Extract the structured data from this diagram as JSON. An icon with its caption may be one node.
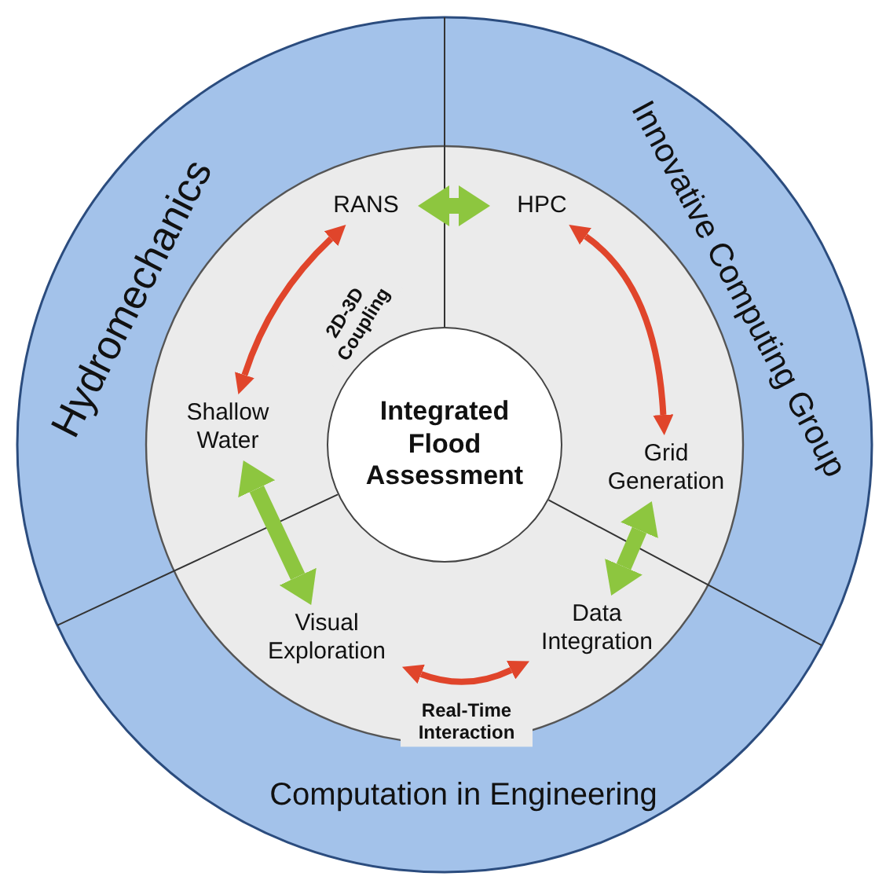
{
  "diagram": {
    "nodes": [
      {
        "text": [
          "Hydromechanics"
        ]
      },
      {
        "text": [
          "Innovative Computing Group"
        ]
      },
      {
        "text": [
          "Computation in Engineering"
        ]
      },
      {
        "text": [
          "Integrated Flood Assessment"
        ]
      },
      {
        "text": [
          "RANS"
        ]
      },
      {
        "text": [
          "HPC"
        ]
      },
      {
        "text": [
          "Shallow Water"
        ]
      },
      {
        "text": [
          "Grid Generation"
        ]
      },
      {
        "text": [
          "Visual Exploration"
        ]
      },
      {
        "text": [
          "Data Integration"
        ]
      }
    ],
    "edges": [
      {
        "from": 4,
        "to": 5,
        "arrow": "both",
        "style": "thick",
        "color": "#8dc63f"
      },
      {
        "from": 6,
        "to": 4,
        "arrow": "both",
        "label": "2D-3D Coupling",
        "color": "#e0452b"
      },
      {
        "from": 5,
        "to": 7,
        "arrow": "both",
        "color": "#e0452b"
      },
      {
        "from": 6,
        "to": 8,
        "arrow": "both",
        "style": "thick",
        "color": "#8dc63f"
      },
      {
        "from": 7,
        "to": 9,
        "arrow": "both",
        "style": "thick",
        "color": "#8dc63f"
      },
      {
        "from": 8,
        "to": 9,
        "arrow": "both",
        "label": "Real-Time Interaction",
        "color": "#e0452b"
      }
    ]
  }
}
